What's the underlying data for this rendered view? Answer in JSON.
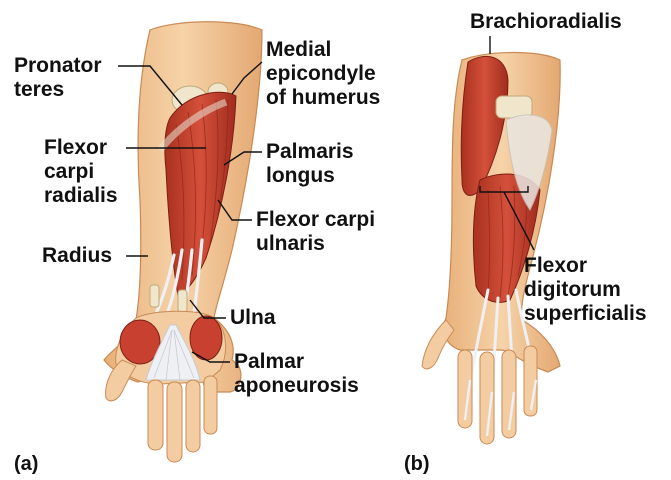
{
  "figure_a": {
    "panel_label": "(a)",
    "labels": {
      "pronator_teres": [
        "Pronator",
        "teres"
      ],
      "medial_epicondyle": [
        "Medial",
        "epicondyle",
        "of humerus"
      ],
      "flexor_carpi_radialis": [
        "Flexor",
        "carpi",
        "radialis"
      ],
      "palmaris_longus": [
        "Palmaris",
        "longus"
      ],
      "flexor_carpi_ulnaris": [
        "Flexor carpi",
        "ulnaris"
      ],
      "radius": "Radius",
      "ulna": "Ulna",
      "palmar_aponeurosis": [
        "Palmar",
        "aponeurosis"
      ]
    }
  },
  "figure_b": {
    "panel_label": "(b)",
    "labels": {
      "brachioradialis": "Brachioradialis",
      "flexor_digitorum_superficialis": [
        "Flexor",
        "digitorum",
        "superficialis"
      ]
    }
  },
  "colors": {
    "skin": "#f2c79a",
    "skin_shadow": "#e2a870",
    "muscle": "#c8402f",
    "muscle_dark": "#9e2a1f",
    "tendon": "#eef0f4",
    "bone": "#efe6cc",
    "leader_line": "#111111"
  }
}
